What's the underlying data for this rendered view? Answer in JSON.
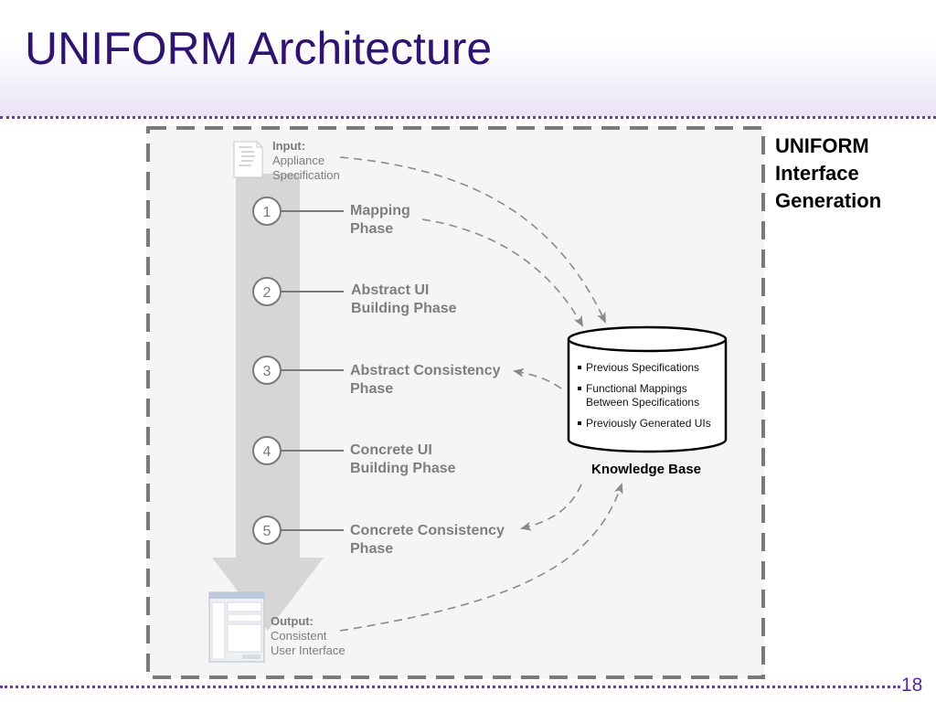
{
  "slide": {
    "title": "UNIFORM Architecture",
    "page_number": "18"
  },
  "side_title_lines": [
    "UNIFORM",
    "Interface",
    "Generation"
  ],
  "input": {
    "heading": "Input:",
    "line1": "Appliance",
    "line2": "Specification",
    "doc_icon": "xml-document-icon"
  },
  "phases": [
    {
      "number": "1",
      "line1": "Mapping",
      "line2": "Phase"
    },
    {
      "number": "2",
      "line1": "Abstract UI",
      "line2": "Building Phase"
    },
    {
      "number": "3",
      "line1": "Abstract Consistency",
      "line2": "Phase"
    },
    {
      "number": "4",
      "line1": "Concrete UI",
      "line2": "Building Phase"
    },
    {
      "number": "5",
      "line1": "Concrete Consistency",
      "line2": "Phase"
    }
  ],
  "knowledge_base": {
    "label": "Knowledge Base",
    "items": [
      "Previous Specifications",
      "Functional Mappings Between Specifications",
      "Previously Generated UIs"
    ],
    "icon": "database-cylinder-icon"
  },
  "output": {
    "heading": "Output:",
    "line1": "Consistent",
    "line2": "User Interface",
    "ui_icon": "ui-screenshot-thumbnail-icon"
  },
  "colors": {
    "title": "#2e1470",
    "dotted_rule": "#6a3ba8",
    "panel_border": "#7a7a7a",
    "flow_arrow": "#d6d6d6",
    "phase_text": "#7e7e7e"
  }
}
